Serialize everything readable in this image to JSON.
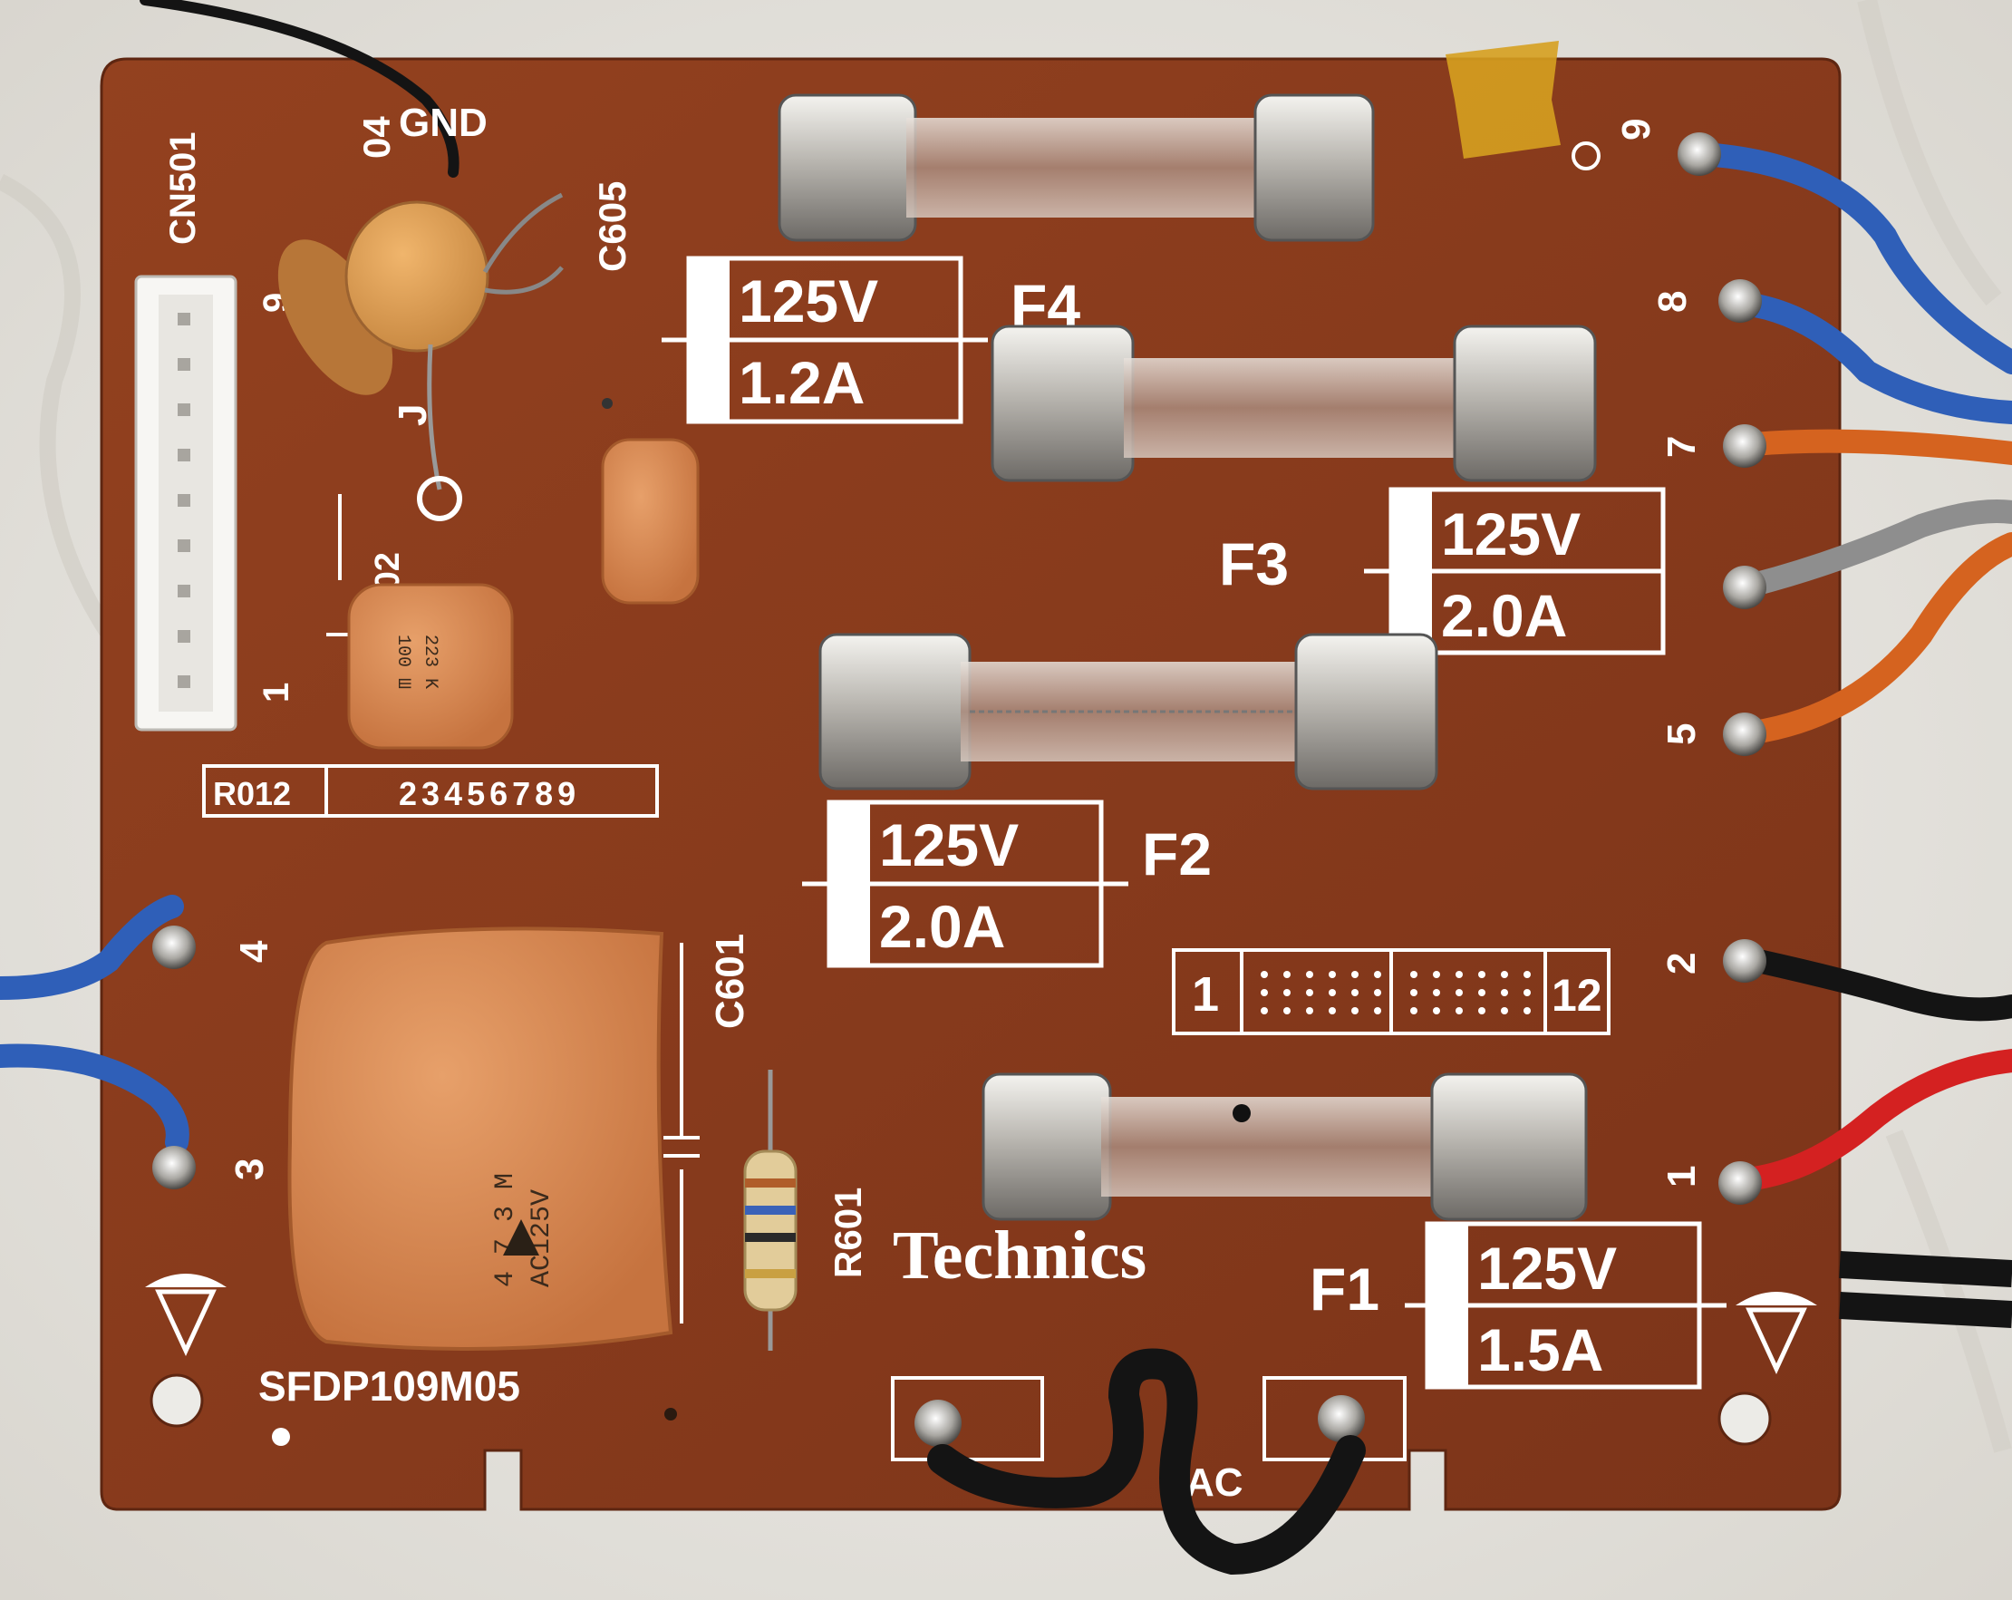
{
  "board": {
    "brand": "Technics",
    "part_number": "SFDP109M05",
    "colors": {
      "pcb": "#8a3c20",
      "pcb_shadow": "#6f2d16",
      "silkscreen": "#ffffff",
      "cloth": "#ecebe7",
      "capacitor": "#d88a55",
      "ceramic_cap": "#e0a060",
      "fuse_metal": "#c9c7c2",
      "wire_blue": "#2f5fb8",
      "wire_orange": "#d5631f",
      "wire_gray": "#8e8e8e",
      "wire_black": "#141414",
      "wire_red": "#d42121"
    }
  },
  "labels": {
    "connector": "CN501",
    "connector_pin_top": "9",
    "connector_pin_bottom": "1",
    "gnd": "GND",
    "c604_partial": "04",
    "c605": "C605",
    "c602_partial": "C602",
    "jumper": "J",
    "c601": "C601",
    "r601": "R601",
    "r012_box_left": "R012",
    "r012_box_right": "23456789",
    "ac": "AC",
    "terminal_9": "9",
    "terminal_8": "8",
    "terminal_7": "7",
    "terminal_5": "5",
    "terminal_2": "2",
    "terminal_1": "1",
    "terminal_4": "4",
    "terminal_3": "3",
    "jumper_box_left": "1",
    "jumper_box_right": "12"
  },
  "fuses": [
    {
      "id": "F4",
      "label": "F4",
      "voltage": "125V",
      "current": "1.2A"
    },
    {
      "id": "F3",
      "label": "F3",
      "voltage": "125V",
      "current": "2.0A"
    },
    {
      "id": "F2",
      "label": "F2",
      "voltage": "125V",
      "current": "2.0A"
    },
    {
      "id": "F1",
      "label": "F1",
      "voltage": "125V",
      "current": "1.5A"
    }
  ],
  "components": {
    "big_cap_line1": "4 7 3 M",
    "big_cap_line2": "AC125V",
    "small_cap_line1": "223 K",
    "small_cap_line2": "100 Ш"
  }
}
